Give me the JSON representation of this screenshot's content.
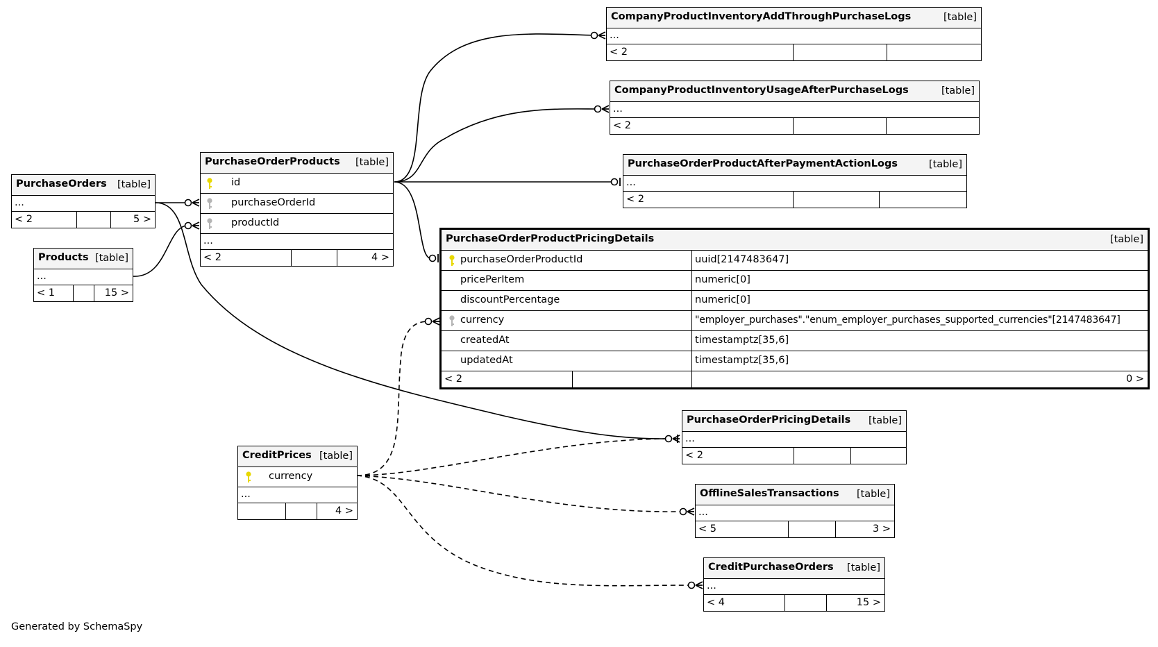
{
  "footer": "Generated by SchemaSpy",
  "tag": "[table]",
  "ellipsis": "...",
  "tables": {
    "cpi_add": {
      "name": "CompanyProductInventoryAddThroughPurchaseLogs",
      "foot": [
        "< 2",
        "",
        ""
      ]
    },
    "cpi_usage": {
      "name": "CompanyProductInventoryUsageAfterPurchaseLogs",
      "foot": [
        "< 2",
        "",
        ""
      ]
    },
    "popapal": {
      "name": "PurchaseOrderProductAfterPaymentActionLogs",
      "foot": [
        "< 2",
        "",
        ""
      ]
    },
    "pop": {
      "name": "PurchaseOrderProducts",
      "columns": [
        "id",
        "purchaseOrderId",
        "productId"
      ],
      "foot": [
        "< 2",
        "",
        "4 >"
      ]
    },
    "po": {
      "name": "PurchaseOrders",
      "foot": [
        "< 2",
        "",
        "5 >"
      ]
    },
    "products": {
      "name": "Products",
      "foot": [
        "< 1",
        "",
        "15 >"
      ]
    },
    "popd": {
      "name": "PurchaseOrderProductPricingDetails",
      "columns": [
        {
          "name": "purchaseOrderProductId",
          "type": "uuid[2147483647]",
          "key": "primary"
        },
        {
          "name": "pricePerItem",
          "type": "numeric[0]",
          "key": ""
        },
        {
          "name": "discountPercentage",
          "type": "numeric[0]",
          "key": ""
        },
        {
          "name": "currency",
          "type": "\"employer_purchases\".\"enum_employer_purchases_supported_currencies\"[2147483647]",
          "key": "foreign"
        },
        {
          "name": "createdAt",
          "type": "timestamptz[35,6]",
          "key": ""
        },
        {
          "name": "updatedAt",
          "type": "timestamptz[35,6]",
          "key": ""
        }
      ],
      "foot": [
        "< 2",
        "",
        "0 >"
      ]
    },
    "opd": {
      "name": "PurchaseOrderPricingDetails",
      "foot": [
        "< 2",
        "",
        ""
      ]
    },
    "credit_prices": {
      "name": "CreditPrices",
      "columns": [
        "currency"
      ],
      "foot": [
        "",
        "",
        "4 >"
      ]
    },
    "ost": {
      "name": "OfflineSalesTransactions",
      "foot": [
        "< 5",
        "",
        "3 >"
      ]
    },
    "cpo": {
      "name": "CreditPurchaseOrders",
      "foot": [
        "< 4",
        "",
        "15 >"
      ]
    }
  },
  "colors": {
    "primary_key": "#e8d800",
    "foreign_key": "#b4b4b4",
    "header_bg": "#f4f4f4"
  }
}
